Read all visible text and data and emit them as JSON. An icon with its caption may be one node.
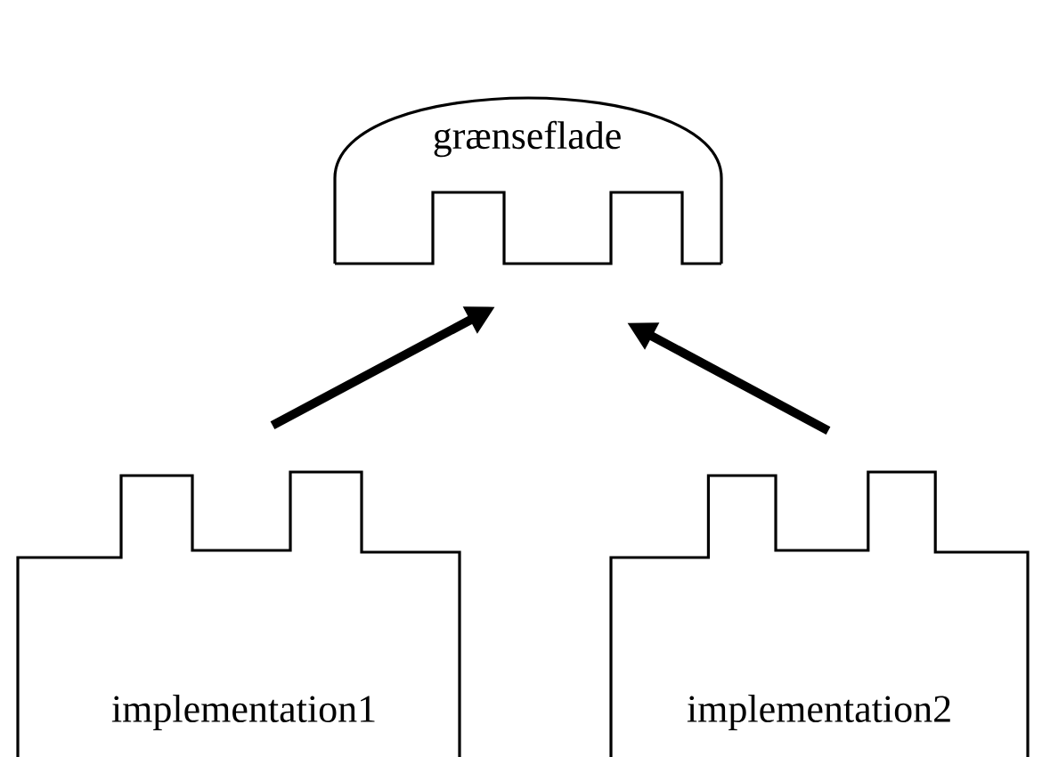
{
  "diagram": {
    "nodes": [
      {
        "text": [
          "grænseflade"
        ]
      },
      {
        "text": [
          "implementation1"
        ]
      },
      {
        "text": [
          "implementation2"
        ]
      }
    ],
    "edges": [
      {
        "from": 1,
        "to": 0,
        "arrow": "to"
      },
      {
        "from": 2,
        "to": 0,
        "arrow": "to"
      }
    ]
  }
}
